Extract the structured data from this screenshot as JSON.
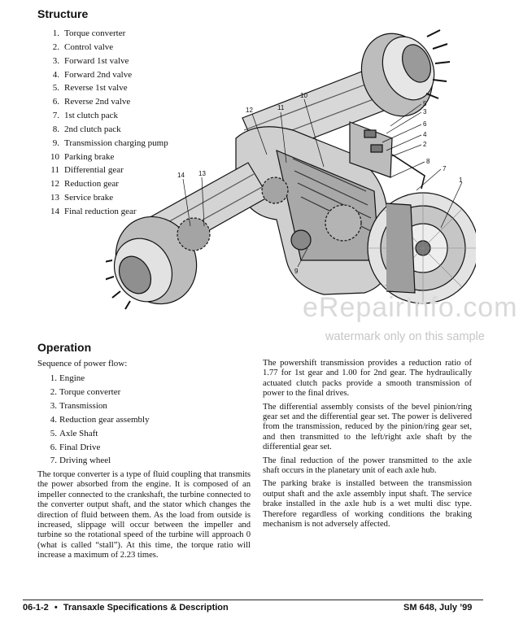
{
  "structure": {
    "heading": "Structure",
    "items": [
      {
        "num": "1.",
        "label": "Torque converter"
      },
      {
        "num": "2.",
        "label": "Control valve"
      },
      {
        "num": "3.",
        "label": "Forward 1st valve"
      },
      {
        "num": "4.",
        "label": "Forward 2nd valve"
      },
      {
        "num": "5.",
        "label": "Reverse 1st valve"
      },
      {
        "num": "6.",
        "label": "Reverse 2nd valve"
      },
      {
        "num": "7.",
        "label": "1st clutch pack"
      },
      {
        "num": "8.",
        "label": "2nd clutch pack"
      },
      {
        "num": "9.",
        "label": "Transmission charging pump"
      },
      {
        "num": "10",
        "label": "Parking brake"
      },
      {
        "num": "11",
        "label": "Differential gear"
      },
      {
        "num": "12",
        "label": "Reduction gear"
      },
      {
        "num": "13",
        "label": "Service brake"
      },
      {
        "num": "14",
        "label": "Final reduction gear"
      }
    ]
  },
  "diagram": {
    "callouts": [
      "12",
      "11",
      "10",
      "5",
      "3",
      "6",
      "4",
      "2",
      "8",
      "7",
      "1",
      "14",
      "13",
      "9"
    ]
  },
  "watermark": {
    "brand": "eRepairInfo.com",
    "note": "watermark only on this sample"
  },
  "operation": {
    "heading": "Operation",
    "intro": "Sequence of power flow:",
    "steps": [
      {
        "num": "1.",
        "label": "Engine"
      },
      {
        "num": "2.",
        "label": "Torque converter"
      },
      {
        "num": "3.",
        "label": "Transmission"
      },
      {
        "num": "4.",
        "label": "Reduction gear assembly"
      },
      {
        "num": "5.",
        "label": "Axle Shaft"
      },
      {
        "num": "6.",
        "label": "Final Drive"
      },
      {
        "num": "7.",
        "label": "Driving wheel"
      }
    ],
    "left_paragraph": "The torque converter is a type of fluid coupling that transmits the power absorbed from the engine. It is composed of an impeller connected to the crankshaft, the turbine connected to the converter output shaft, and the stator which changes the direction of fluid between them. As the load from outside is increased, slippage will occur between the impeller and turbine so the rotational speed of the turbine will approach 0 (what is called “stall”). At this time, the torque ratio will increase a maximum of 2.23 times.",
    "right_paragraphs": [
      "The powershift transmission provides a reduction ratio of 1.77 for 1st gear and 1.00 for 2nd gear. The hydraulically actuated clutch packs provide a smooth transmission of power to the final drives.",
      "The differential assembly consists of the bevel pinion/ring gear set and the differential gear set. The power is delivered from the transmission, reduced by the pinion/ring gear set, and then transmitted to the left/right axle shaft by the differential gear set.",
      "The final reduction of the power transmitted to the axle shaft occurs in the planetary unit of each axle hub.",
      "The parking brake is installed between the transmission output shaft and the axle assembly input shaft. The service brake installed in the axle hub is a wet multi disc type. Therefore regardless of working conditions the braking mechanism is not adversely affected."
    ]
  },
  "footer": {
    "section": "06-1-2",
    "bullet": "•",
    "title": "Transaxle Specifications & Description",
    "manual": "SM 648, July ’99"
  }
}
